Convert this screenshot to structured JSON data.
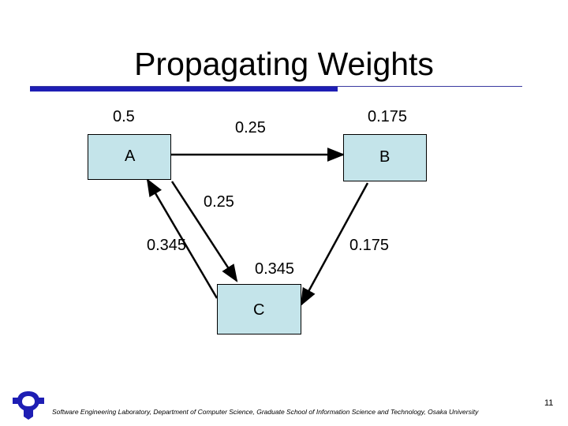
{
  "slide": {
    "title": "Propagating Weights",
    "footer": "Software Engineering Laboratory, Department of Computer Science, Graduate School of Information Science and Technology, Osaka University",
    "page_number": "11"
  },
  "diagram": {
    "nodes": {
      "a": {
        "label": "A",
        "weight": "0.5"
      },
      "b": {
        "label": "B",
        "weight": "0.175"
      },
      "c": {
        "label": "C"
      }
    },
    "edges": {
      "a_to_b": {
        "weight": "0.25"
      },
      "a_to_c": {
        "weight": "0.25"
      },
      "c_to_a": {
        "weight": "0.345"
      },
      "b_to_c": {
        "weight": "0.175"
      },
      "c_incoming": {
        "weight": "0.345"
      }
    }
  },
  "colors": {
    "node_fill": "#c4e4ea",
    "title_rule": "#1e1eb4",
    "logo": "#1e1eb4"
  }
}
